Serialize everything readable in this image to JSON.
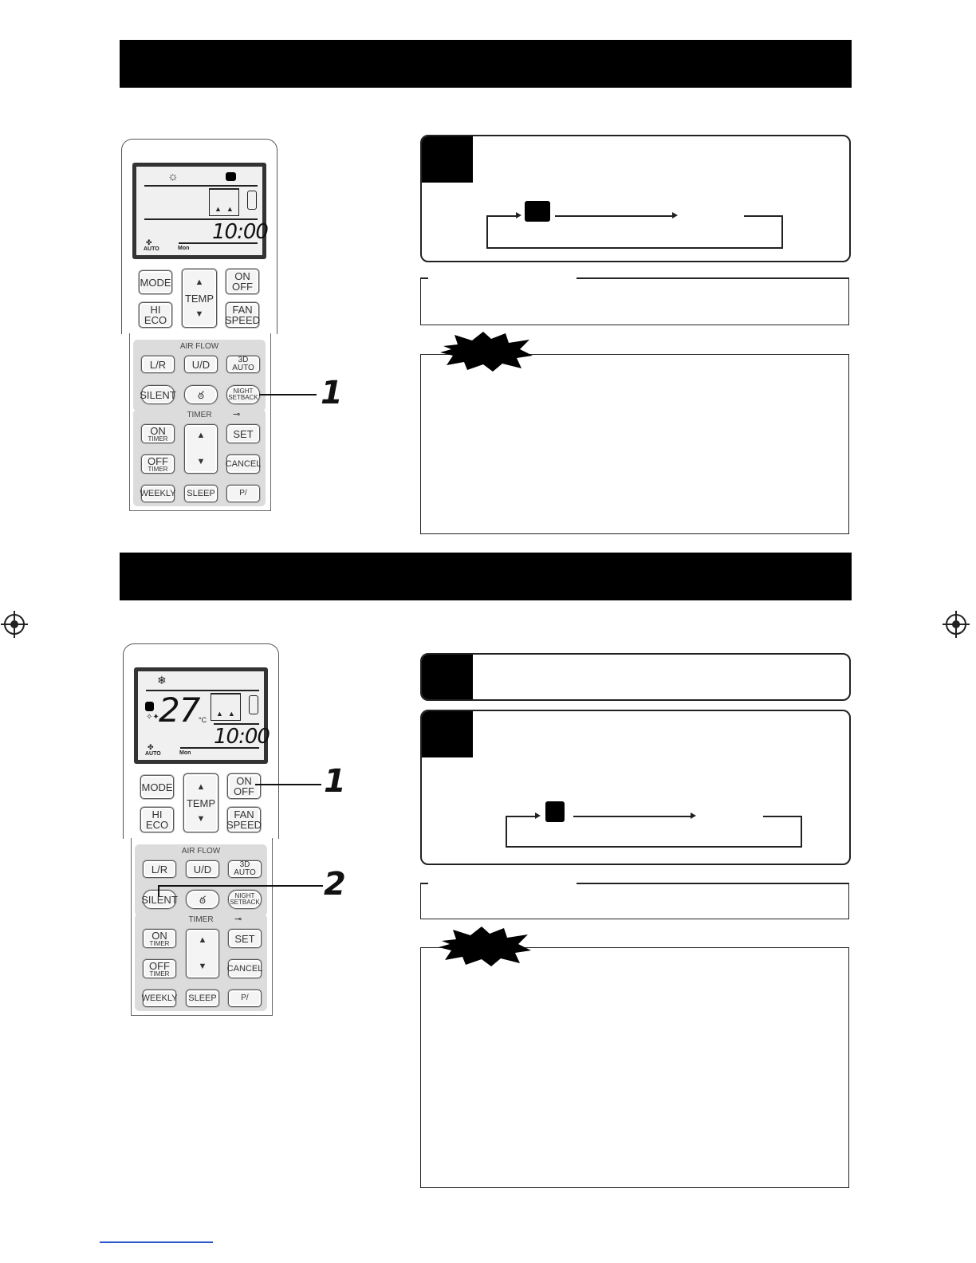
{
  "remote": {
    "buttons": {
      "mode": "MODE",
      "temp": "TEMP",
      "up_arrow": "▲",
      "down_arrow": "▼",
      "on": "ON",
      "off": "OFF",
      "hi": "HI",
      "eco": "ECO",
      "fan": "FAN",
      "speed": "SPEED",
      "lr": "L/R",
      "ud": "U/D",
      "auto3d": "3D AUTO",
      "silent": "SILENT",
      "night": "NIGHT",
      "setback": "SETBACK",
      "timer_small": "TIMER",
      "set": "SET",
      "cancel": "CANCEL",
      "weekly": "WEEKLY",
      "sleep": "SLEEP",
      "p": "P/"
    },
    "panel_labels": {
      "airflow": "AIR FLOW",
      "timer": "TIMER"
    },
    "lcd": {
      "time": "10:00",
      "temp_value": "27",
      "temp_unit": "°C",
      "fan_auto": "AUTO",
      "day": "Mon"
    }
  },
  "callouts": {
    "section1_step1": "1",
    "section2_step1": "1",
    "section2_step2": "2"
  },
  "icons": {
    "sun": "sun-icon",
    "house": "house-thermometer-icon",
    "snowflake": "snowflake-icon",
    "key": "key-icon",
    "quiet": "silent-person-icon",
    "fan": "fan-icon"
  }
}
